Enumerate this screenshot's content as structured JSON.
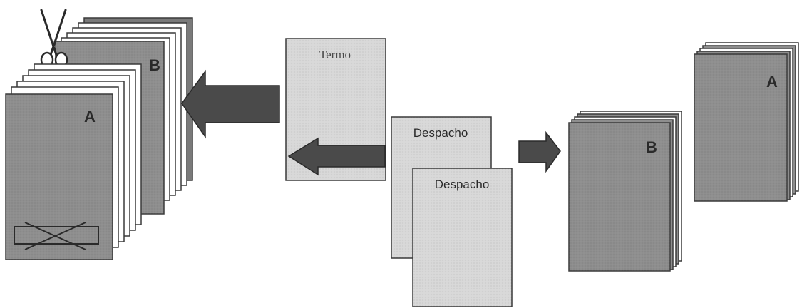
{
  "diagram": {
    "colors": {
      "background": "#ffffff",
      "dark_sheet": "#8e8e8e",
      "dark_sheet_back": "#7a7a7a",
      "white_page": "#ffffff",
      "light_sheet": "#d8d8d8",
      "arrow": "#4a4a4a",
      "outline": "#3a3a3a"
    },
    "left_stack": {
      "front_label": "A",
      "back_label": "B",
      "icons": [
        "scissors-icon",
        "crossed-out-label-icon"
      ]
    },
    "termo_sheet": {
      "label": "Termo"
    },
    "despacho_sheets": [
      {
        "label": "Despacho"
      },
      {
        "label": "Despacho"
      }
    ],
    "arrows": [
      "arrow-left-large",
      "arrow-left-small",
      "arrow-right-small"
    ],
    "right_stacks": [
      {
        "label": "B"
      },
      {
        "label": "A"
      }
    ]
  }
}
